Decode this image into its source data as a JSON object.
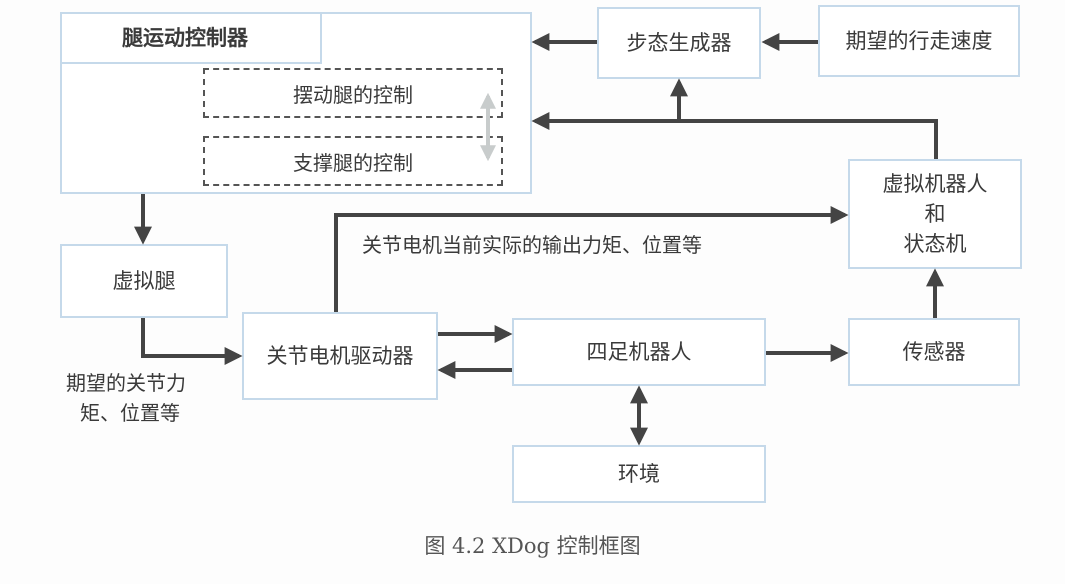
{
  "diagram": {
    "nodes": {
      "leg_motion_controller": "腿运动控制器",
      "swing_leg_control": "摆动腿的控制",
      "stance_leg_control": "支撑腿的控制",
      "gait_generator": "步态生成器",
      "desired_walking_speed": "期望的行走速度",
      "virtual_robot_line1": "虚拟机器人",
      "virtual_robot_line2": "和",
      "virtual_robot_line3": "状态机",
      "virtual_leg": "虚拟腿",
      "joint_motor_driver": "关节电机驱动器",
      "quadruped_robot": "四足机器人",
      "sensor": "传感器",
      "environment": "环境"
    },
    "edge_labels": {
      "feedback": "关节电机当前实际的输出力矩、位置等",
      "desired_line1": "期望的关节力",
      "desired_line2": "矩、位置等"
    },
    "edges": [
      {
        "from": "desired_walking_speed",
        "to": "gait_generator"
      },
      {
        "from": "gait_generator",
        "to": "leg_motion_controller"
      },
      {
        "from": "virtual_robot_and_state_machine",
        "to": "gait_generator"
      },
      {
        "from": "virtual_robot_and_state_machine",
        "to": "leg_motion_controller"
      },
      {
        "from": "leg_motion_controller",
        "to": "virtual_leg"
      },
      {
        "from": "virtual_leg",
        "to": "joint_motor_driver"
      },
      {
        "from": "joint_motor_driver",
        "to": "virtual_robot_and_state_machine"
      },
      {
        "from": "joint_motor_driver",
        "to": "quadruped_robot"
      },
      {
        "from": "quadruped_robot",
        "to": "joint_motor_driver"
      },
      {
        "from": "quadruped_robot",
        "to": "sensor"
      },
      {
        "from": "sensor",
        "to": "virtual_robot_and_state_machine"
      },
      {
        "from": "quadruped_robot",
        "to": "environment",
        "bidirectional": true
      },
      {
        "from": "swing_leg_control",
        "to": "stance_leg_control",
        "bidirectional": true
      }
    ],
    "colors": {
      "box_border": "#c5d9ea",
      "arrow": "#444444",
      "switch_arrow": "#c8cccc"
    }
  },
  "caption": "图 4.2 XDog 控制框图"
}
